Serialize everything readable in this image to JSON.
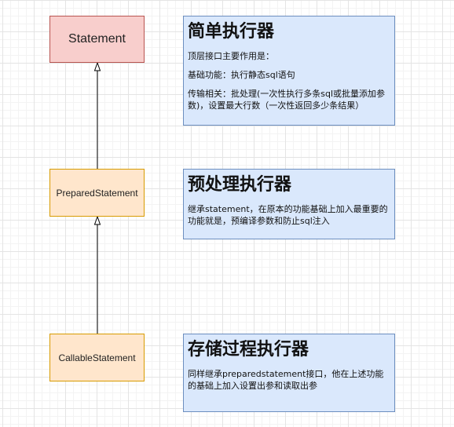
{
  "classes": {
    "statement": "Statement",
    "prepared": "PreparedStatement",
    "callable": "CallableStatement"
  },
  "notes": [
    {
      "title": "简单执行器",
      "lines": [
        "顶层接口主要作用是：",
        "基础功能：执行静态sql语句",
        "传输相关：批处理(一次性执行多条sql或批量添加参数)，设置最大行数（一次性返回多少条结果）"
      ]
    },
    {
      "title": "预处理执行器",
      "lines": [
        "继承statement，在原本的功能基础上加入最重要的功能就是，预编译参数和防止sql注入"
      ]
    },
    {
      "title": "存储过程执行器",
      "lines": [
        "同样继承preparedstatement接口，他在上述功能的基础上加入设置出参和读取出参"
      ]
    }
  ],
  "colors": {
    "statement_fill": "#f8cecc",
    "statement_border": "#b85450",
    "child_fill": "#ffe6cc",
    "child_border": "#d79b00",
    "note_fill": "#dae8fc",
    "note_border": "#6c8ebf",
    "connector": "#000000"
  }
}
